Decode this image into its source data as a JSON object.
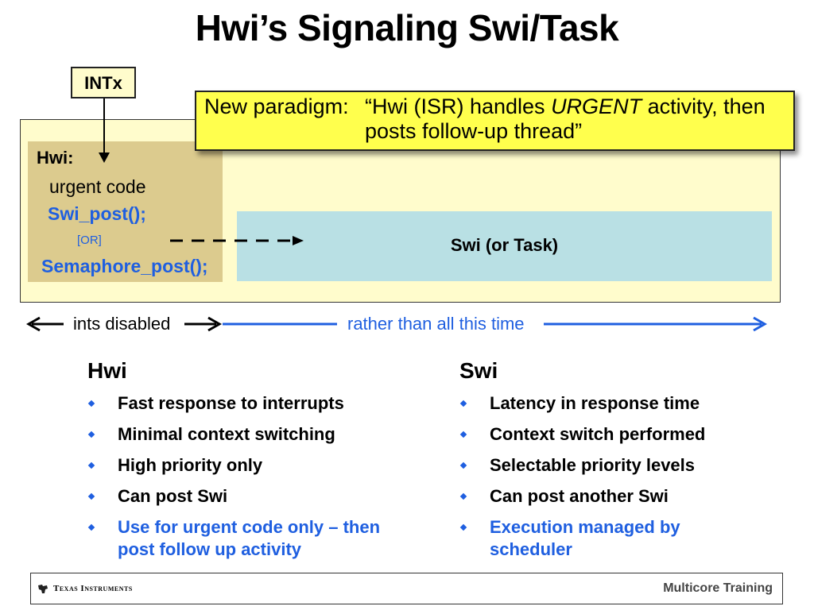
{
  "title": "Hwi’s Signaling Swi/Task",
  "intx_label": "INTx",
  "paradigm": {
    "prefix": "New paradigm:",
    "line1_a": "“Hwi (ISR) handles ",
    "line1_em": "URGENT",
    "line1_b": " activity, then",
    "line2": "posts follow-up thread”"
  },
  "hwi_box": {
    "heading": "Hwi:",
    "line1": "urgent code",
    "line2": "Swi_post();",
    "line3": "[OR]",
    "line4": "Semaphore_post();"
  },
  "swi_box_label": "Swi (or Task)",
  "timeline": {
    "left_label": "ints disabled",
    "right_label": "rather than all this time"
  },
  "hwi_column": {
    "heading": "Hwi",
    "items": [
      "Fast response to interrupts",
      "Minimal context switching",
      "High priority only",
      "Can post Swi"
    ],
    "highlight": [
      "Use for urgent code only – then",
      "post follow up activity"
    ]
  },
  "swi_column": {
    "heading": "Swi",
    "items": [
      "Latency in response time",
      "Context switch performed",
      "Selectable priority levels",
      "Can post another Swi"
    ],
    "highlight": [
      "Execution managed by",
      "scheduler"
    ]
  },
  "footer": {
    "brand": "Texas Instruments",
    "right": "Multicore Training"
  },
  "colors": {
    "accent_blue": "#1f5fe0",
    "pale_yellow": "#fffccc",
    "bright_yellow": "#ffff4d",
    "tan": "#dccb8e",
    "light_teal": "#b9e0e4"
  }
}
